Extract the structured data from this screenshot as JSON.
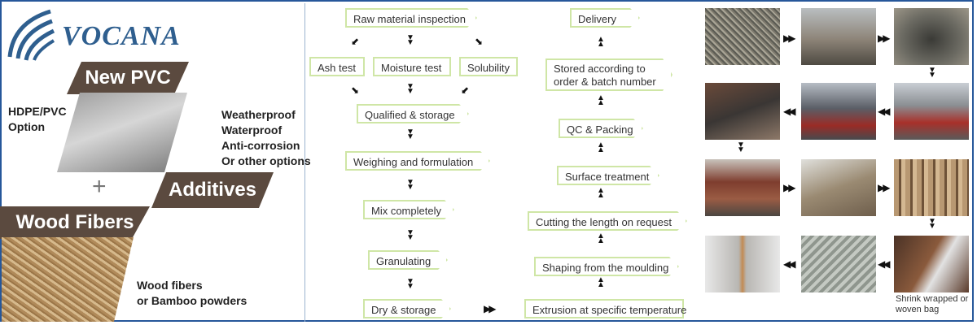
{
  "brand": {
    "name": "VOCANA"
  },
  "materials": {
    "pvc_label": "New PVC",
    "pvc_option": [
      "HDPE/PVC",
      "Option"
    ],
    "additives_label": "Additives",
    "additive_features": [
      "Weatherproof",
      "Waterproof",
      "Anti-corrosion",
      "Or other options"
    ],
    "wood_label": "Wood Fibers",
    "wood_note": [
      "Wood fibers",
      "or Bamboo powders"
    ],
    "plus": "+"
  },
  "flow_left": {
    "raw": "Raw material inspection",
    "ash": "Ash test",
    "moisture": "Moisture test",
    "solubility": "Solubility",
    "qualified": "Qualified & storage",
    "weighing": "Weighing and formulation",
    "mix": "Mix completely",
    "granulating": "Granulating",
    "dry": "Dry & storage"
  },
  "flow_right": {
    "extrusion": "Extrusion at specific temperature",
    "shaping": "Shaping from the moulding",
    "cutting": "Cutting the length on request",
    "surface": "Surface treatment",
    "qc": "QC & Packing",
    "stored": [
      "Stored according to",
      "order & batch number"
    ],
    "delivery": "Delivery"
  },
  "photos": {
    "caption": [
      "Shrink wrapped or",
      "woven bag"
    ]
  },
  "colors": {
    "frame": "#26579a",
    "band": "#5b4a3f",
    "box_border": "#cfe6a6",
    "logo": "#2f5f8f"
  }
}
